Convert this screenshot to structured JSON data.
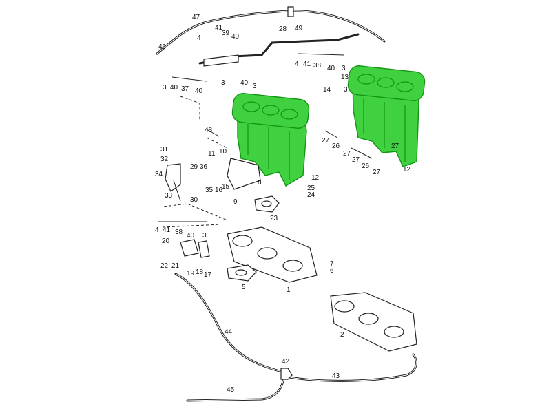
{
  "diagram": {
    "title": "Intake manifold and throttle linkage exploded view",
    "colors": {
      "highlight": "#3fd13f",
      "highlight_outline": "#129512",
      "line": "#222222"
    },
    "labels": [
      {
        "id": "l47",
        "text": "47"
      },
      {
        "id": "l49",
        "text": "49"
      },
      {
        "id": "l28",
        "text": "28"
      },
      {
        "id": "l41a",
        "text": "41"
      },
      {
        "id": "l39",
        "text": "39"
      },
      {
        "id": "l40a",
        "text": "40"
      },
      {
        "id": "l4a",
        "text": "4"
      },
      {
        "id": "l46",
        "text": "46"
      },
      {
        "id": "l4b",
        "text": "4"
      },
      {
        "id": "l41b",
        "text": "41"
      },
      {
        "id": "l38a",
        "text": "38"
      },
      {
        "id": "l40b",
        "text": "40"
      },
      {
        "id": "l3a",
        "text": "3"
      },
      {
        "id": "l40c",
        "text": "40"
      },
      {
        "id": "l3b",
        "text": "3"
      },
      {
        "id": "l3c",
        "text": "3"
      },
      {
        "id": "l3d",
        "text": "3"
      },
      {
        "id": "l40d",
        "text": "40"
      },
      {
        "id": "l37",
        "text": "37"
      },
      {
        "id": "l40e",
        "text": "40"
      },
      {
        "id": "l14",
        "text": "14"
      },
      {
        "id": "l13",
        "text": "13"
      },
      {
        "id": "l3e",
        "text": "3"
      },
      {
        "id": "l48",
        "text": "48"
      },
      {
        "id": "l12a",
        "text": "12"
      },
      {
        "id": "l12b",
        "text": "12"
      },
      {
        "id": "l27a",
        "text": "27"
      },
      {
        "id": "l26a",
        "text": "26"
      },
      {
        "id": "l27b",
        "text": "27"
      },
      {
        "id": "l27c",
        "text": "27"
      },
      {
        "id": "l26b",
        "text": "26"
      },
      {
        "id": "l27d",
        "text": "27"
      },
      {
        "id": "l27e",
        "text": "27"
      },
      {
        "id": "l31",
        "text": "31"
      },
      {
        "id": "l32",
        "text": "32"
      },
      {
        "id": "l11",
        "text": "11"
      },
      {
        "id": "l10",
        "text": "10"
      },
      {
        "id": "l29",
        "text": "29"
      },
      {
        "id": "l36",
        "text": "36"
      },
      {
        "id": "l34",
        "text": "34"
      },
      {
        "id": "l33",
        "text": "33"
      },
      {
        "id": "l35",
        "text": "35"
      },
      {
        "id": "l16",
        "text": "16"
      },
      {
        "id": "l15",
        "text": "15"
      },
      {
        "id": "l8",
        "text": "8"
      },
      {
        "id": "l9",
        "text": "9"
      },
      {
        "id": "l25",
        "text": "25"
      },
      {
        "id": "l24",
        "text": "24"
      },
      {
        "id": "l30",
        "text": "30"
      },
      {
        "id": "l23",
        "text": "23"
      },
      {
        "id": "l4c",
        "text": "4"
      },
      {
        "id": "l41c",
        "text": "41"
      },
      {
        "id": "l38b",
        "text": "38"
      },
      {
        "id": "l40f",
        "text": "40"
      },
      {
        "id": "l3f",
        "text": "3"
      },
      {
        "id": "l20",
        "text": "20"
      },
      {
        "id": "l22",
        "text": "22"
      },
      {
        "id": "l21",
        "text": "21"
      },
      {
        "id": "l19",
        "text": "19"
      },
      {
        "id": "l18",
        "text": "18"
      },
      {
        "id": "l17",
        "text": "17"
      },
      {
        "id": "l7",
        "text": "7"
      },
      {
        "id": "l6",
        "text": "6"
      },
      {
        "id": "l5",
        "text": "5"
      },
      {
        "id": "l1",
        "text": "1"
      },
      {
        "id": "l44",
        "text": "44"
      },
      {
        "id": "l42",
        "text": "42"
      },
      {
        "id": "l43",
        "text": "43"
      },
      {
        "id": "l45",
        "text": "45"
      },
      {
        "id": "l2",
        "text": "2"
      }
    ]
  }
}
